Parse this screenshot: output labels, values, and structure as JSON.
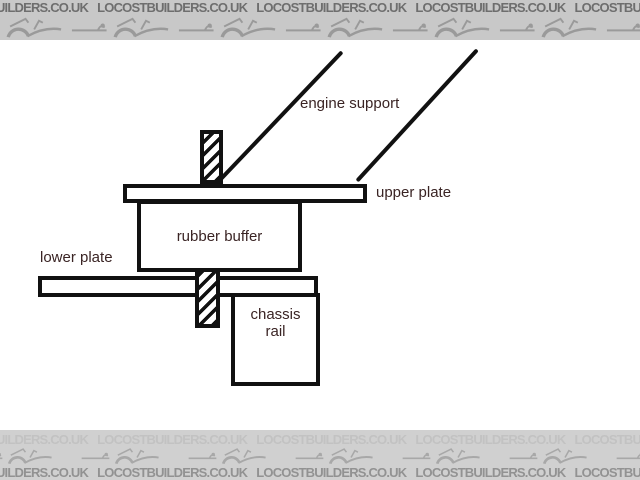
{
  "banner": {
    "text": "LOCOSTBUILDERS.CO.UK"
  },
  "diagram": {
    "labels": {
      "engine_support": "engine support",
      "upper_plate": "upper plate",
      "rubber_buffer": "rubber buffer",
      "lower_plate": "lower plate",
      "chassis_line1": "chassis",
      "chassis_line2": "rail"
    },
    "colors": {
      "line": "#111111",
      "label_text": "#3a2424",
      "canvas_bg": "#ffffff",
      "banner_top_bg": "#c8c8c8",
      "banner_bottom_bg": "#d0d0d0",
      "banner_text_dark": "#6e6e6e",
      "banner_text_faint": "#c2c2c2",
      "banner_text_mid": "#929292",
      "car_silhouette": "#9a9a9a"
    }
  }
}
